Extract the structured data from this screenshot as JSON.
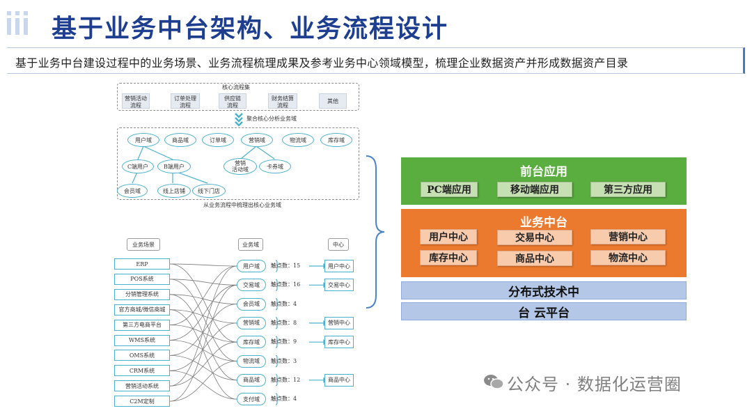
{
  "header": {
    "title": "基于业务中台架构、业务流程设计",
    "subtitle": "基于业务中台建设过程中的业务场景、业务流程梳理成果及参考业务中心领域模型，梳理企业数据资产并形成数据资产目录"
  },
  "top_diagram": {
    "core_title": "核心流程集",
    "processes": [
      "营销活动\n流程",
      "订单处理\n流程",
      "供应链\n流程",
      "财务结算\n流程",
      "其他"
    ],
    "aggregate_label": "聚合核心分析业务域",
    "domains": [
      "用户域",
      "商品域",
      "订单域",
      "营销域",
      "物流域",
      "库存域"
    ],
    "sub_domains": [
      "C端用户",
      "B端用户",
      "营销\n活动域",
      "卡券域"
    ],
    "leaf_domains": [
      "会员域",
      "线上店铺",
      "线下门店"
    ],
    "caption": "从业务流程中梳理出核心业务域"
  },
  "bottom_diagram": {
    "col_headers": [
      "业务场景",
      "业务域",
      "中心"
    ],
    "scenes": [
      "ERP",
      "POS系统",
      "分销管理系统",
      "官方商城/微信商城",
      "第三方电商平台",
      "WMS系统",
      "OMS系统",
      "CRM系统",
      "营销活动系统",
      "C2M定制"
    ],
    "domains": [
      {
        "name": "用户域",
        "count": "触点数：15",
        "center": "用户中心"
      },
      {
        "name": "交易域",
        "count": "触点数：16",
        "center": "交易中心"
      },
      {
        "name": "会员域",
        "count": "触点数：4",
        "center": ""
      },
      {
        "name": "营销域",
        "count": "触点数：8",
        "center": "营销中心"
      },
      {
        "name": "库存域",
        "count": "触点数：9",
        "center": "库存中心"
      },
      {
        "name": "物流域",
        "count": "触点数：3",
        "center": ""
      },
      {
        "name": "商品域",
        "count": "触点数：12",
        "center": "商品中心"
      },
      {
        "name": "支付域",
        "count": "触点数：4",
        "center": ""
      }
    ]
  },
  "architecture": {
    "front": {
      "title": "前台应用",
      "items": [
        "PC端应用",
        "移动端应用",
        "第三方应用"
      ],
      "color": "#5aad3f"
    },
    "middle": {
      "title": "业务中台",
      "items": [
        "用户中心",
        "交易中心",
        "营销中心",
        "库存中心",
        "商品中心",
        "物流中心"
      ],
      "color": "#ec7a2e"
    },
    "tech": {
      "title": "分布式技术中"
    },
    "cloud": {
      "title": "台 云平台"
    }
  },
  "watermark": {
    "text": "公众号 · 数据化运营圈"
  }
}
